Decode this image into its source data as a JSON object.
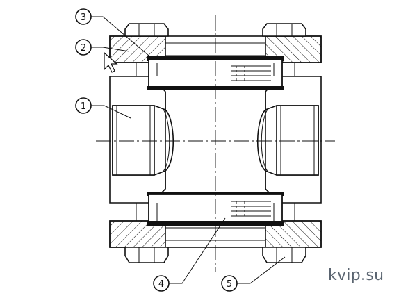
{
  "callouts": [
    {
      "id": "callout-1",
      "label": "1"
    },
    {
      "id": "callout-2",
      "label": "2"
    },
    {
      "id": "callout-3",
      "label": "3"
    },
    {
      "id": "callout-4",
      "label": "4"
    },
    {
      "id": "callout-5",
      "label": "5"
    }
  ],
  "watermark": "kvip.su"
}
